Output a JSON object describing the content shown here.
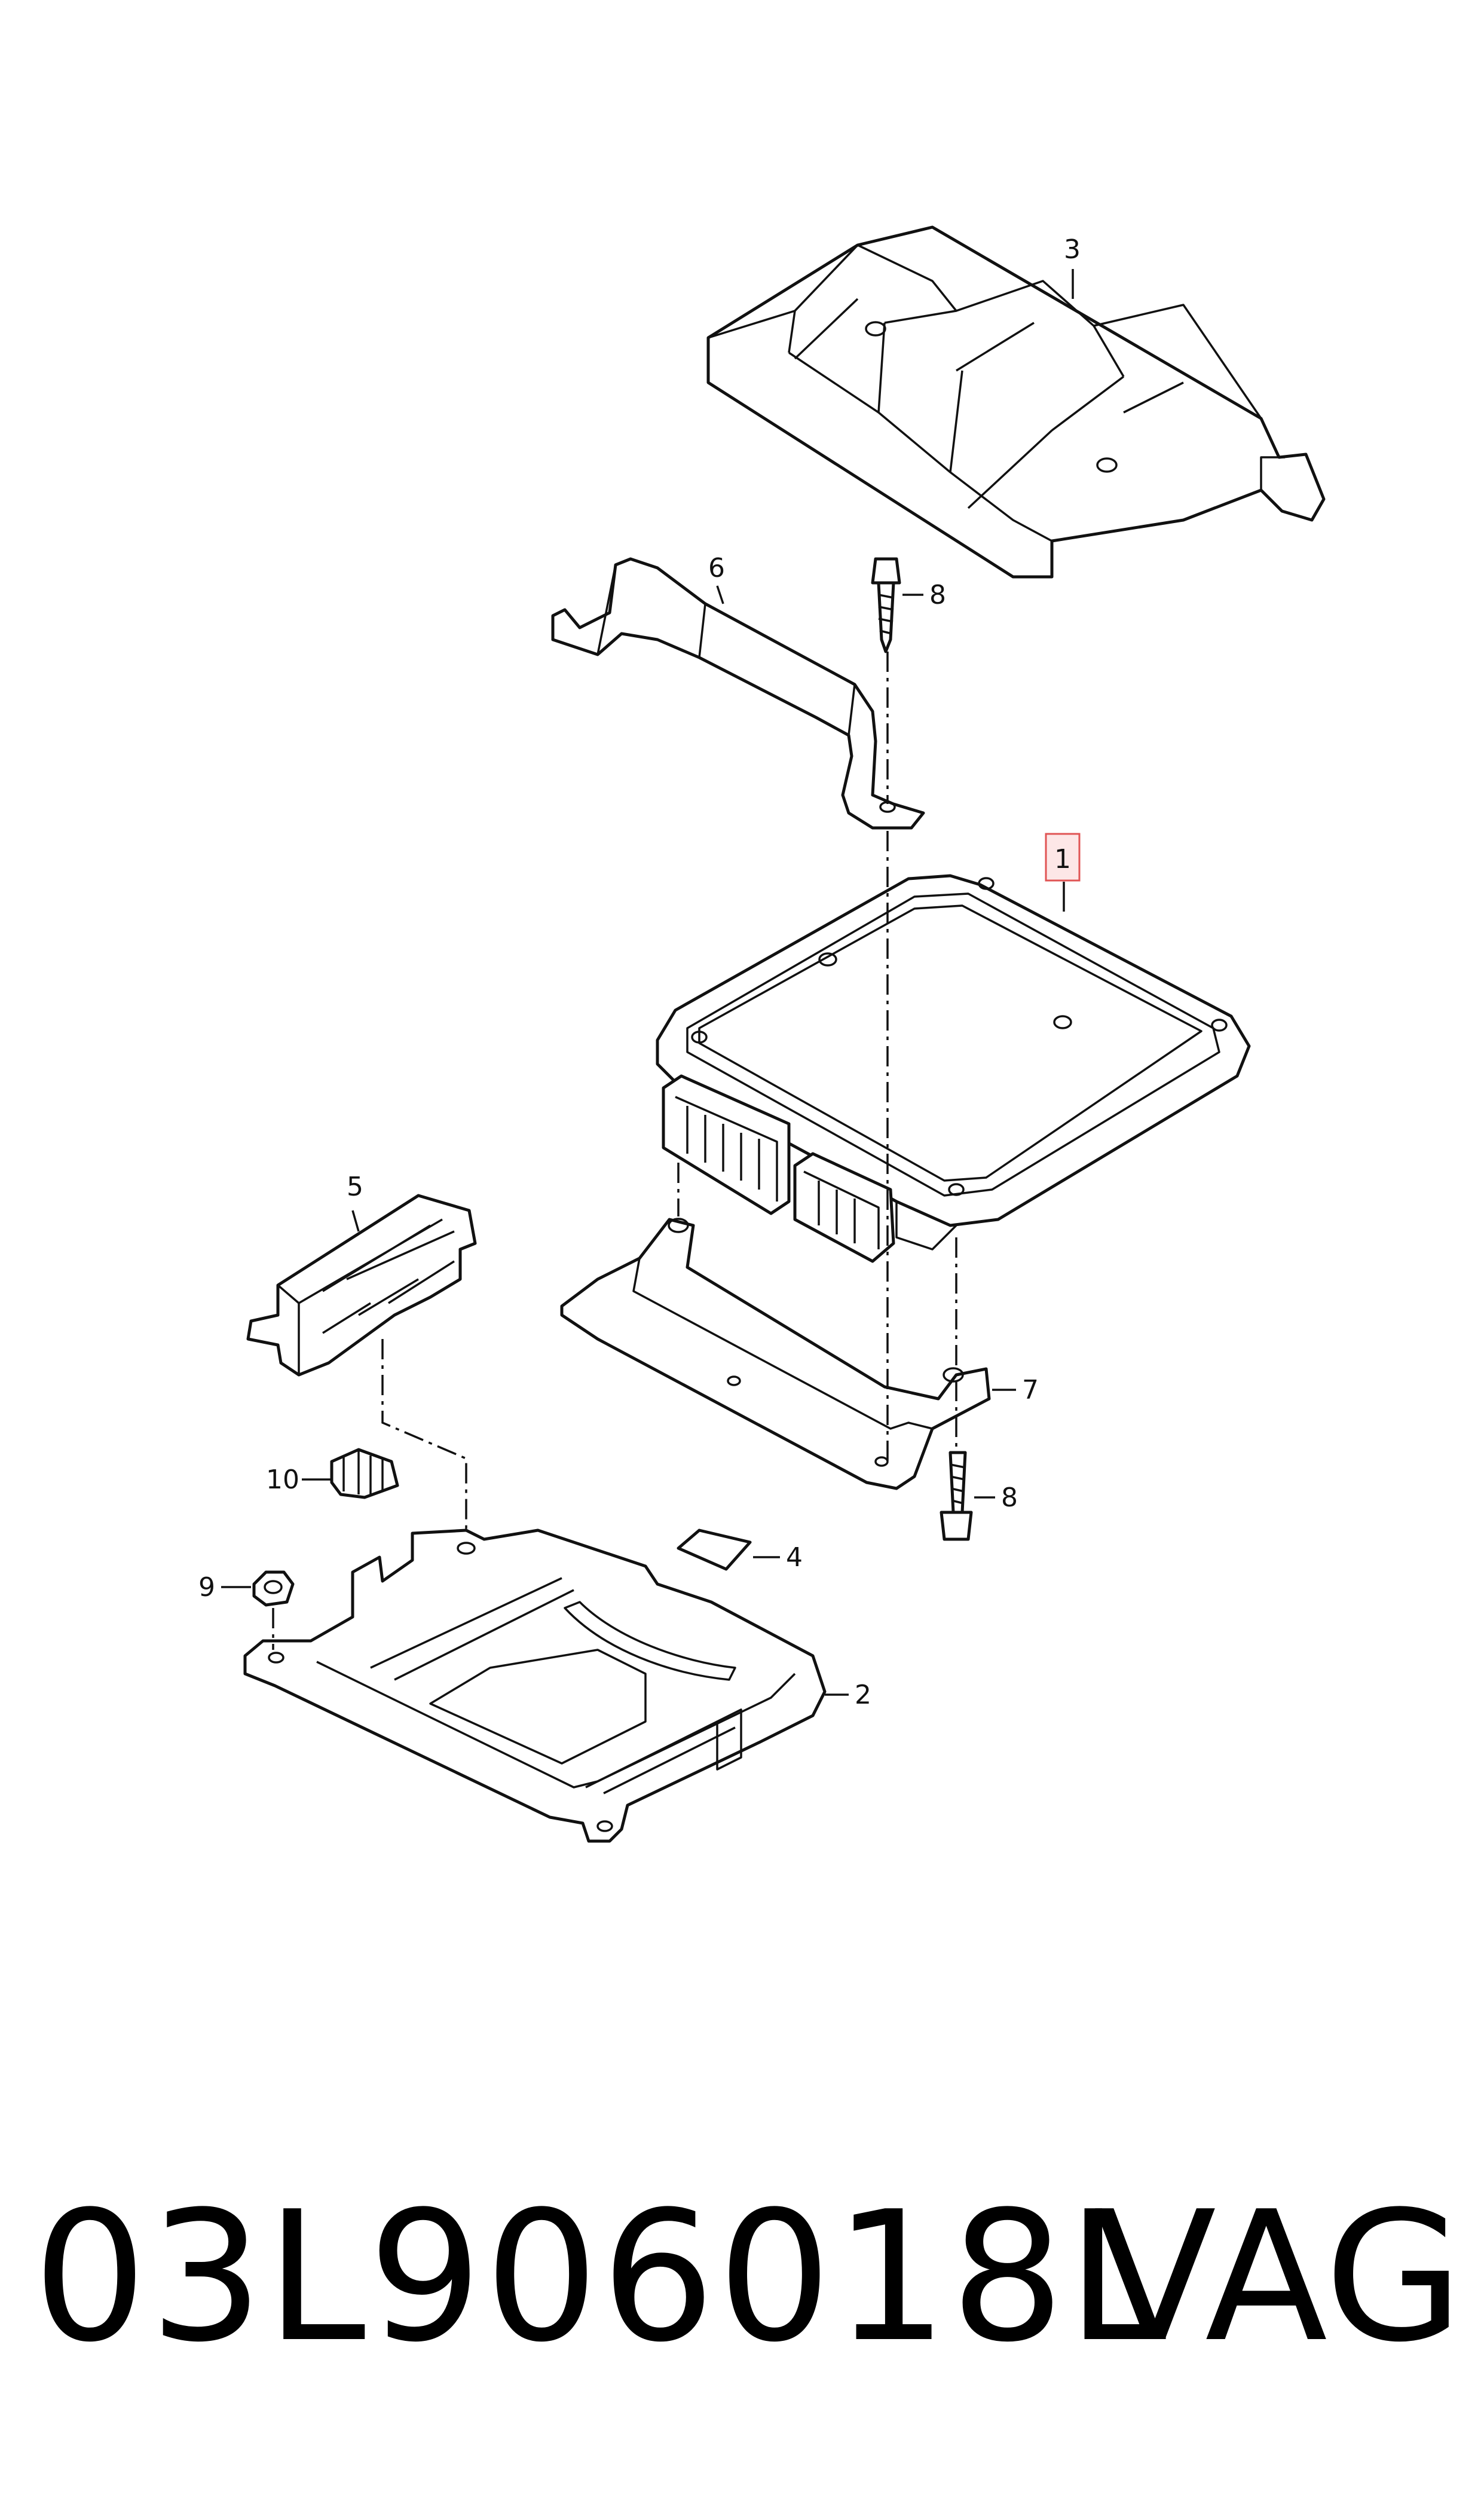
{
  "diagram": {
    "callouts": {
      "c1": "1",
      "c2": "2",
      "c3": "3",
      "c4": "4",
      "c5": "5",
      "c6": "6",
      "c7": "7",
      "c8a": "8",
      "c8b": "8",
      "c9": "9",
      "c10": "10"
    },
    "highlighted_callout": "1"
  },
  "caption": {
    "part_number": "03L906018L",
    "brand": "VAG"
  }
}
